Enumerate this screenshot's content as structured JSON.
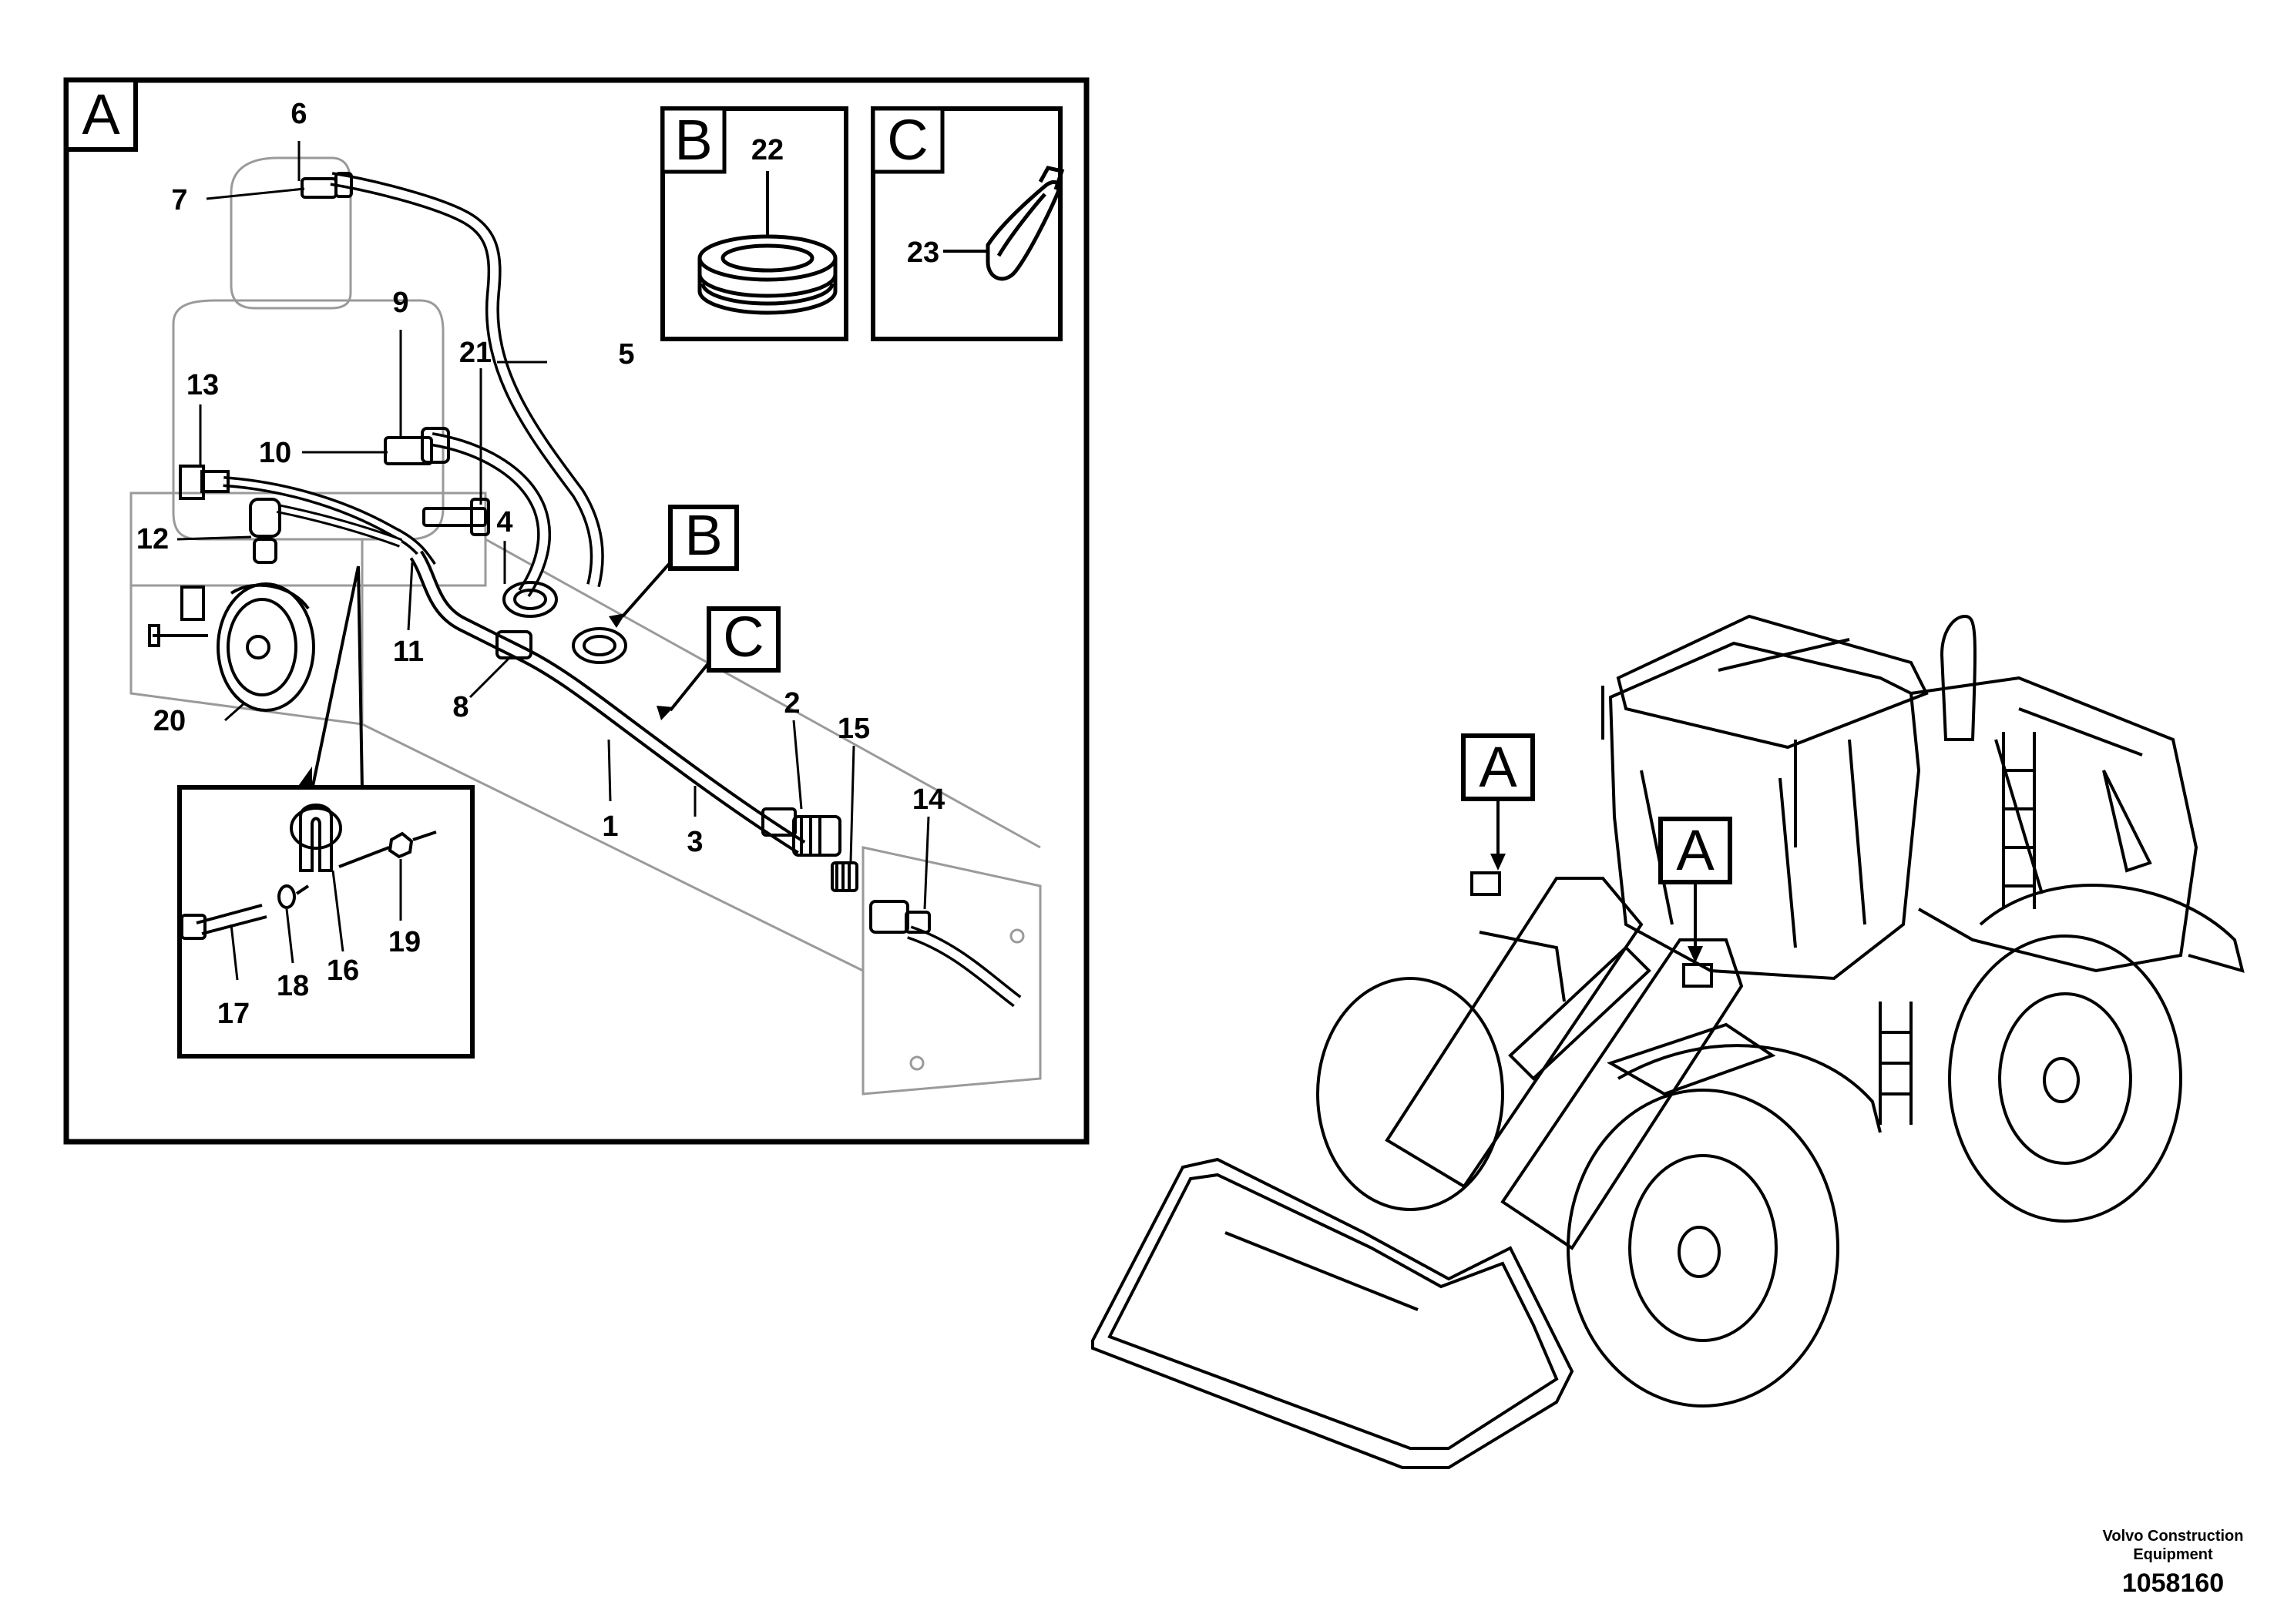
{
  "views": {
    "detail_main": "A",
    "detail_b": "B",
    "detail_c": "C",
    "machine_a1": "A",
    "machine_a2": "A"
  },
  "callouts": {
    "b_pointer": "B",
    "c_pointer": "C"
  },
  "part_labels": {
    "p1": "1",
    "p2": "2",
    "p3": "3",
    "p4": "4",
    "p5": "5",
    "p6": "6",
    "p7": "7",
    "p8": "8",
    "p9": "9",
    "p10": "10",
    "p11": "11",
    "p12": "12",
    "p13": "13",
    "p14": "14",
    "p15": "15",
    "p16": "16",
    "p17": "17",
    "p18": "18",
    "p19": "19",
    "p20": "20",
    "p21": "21",
    "p22": "22",
    "p23": "23"
  },
  "footer": {
    "company_line1": "Volvo Construction",
    "company_line2": "Equipment",
    "drawing_number": "1058160"
  }
}
